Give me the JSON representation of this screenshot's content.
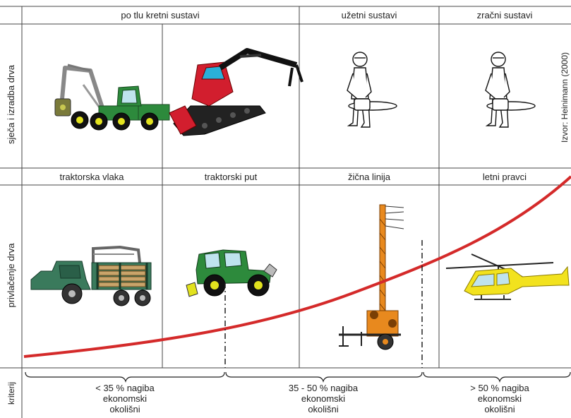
{
  "row_labels": {
    "felling": "sječa i izradba drva",
    "extraction": "privlačenje drva",
    "criteria": "kriterij"
  },
  "felling_headers": {
    "ground": "po tlu kretni sustavi",
    "cable": "užetni sustavi",
    "air": "zračni sustavi"
  },
  "extraction_headers": {
    "skid_trail": "traktorska vlaka",
    "skid_road": "traktorski put",
    "cable_line": "žična linija",
    "flight_path": "letni pravci"
  },
  "source": "Izvor: Heinimann (2000)",
  "criteria": {
    "low": {
      "slope": "< 35 % nagiba",
      "econ": "ekonomski",
      "env": "okolišni"
    },
    "mid": {
      "slope": "35 - 50 % nagiba",
      "econ": "ekonomski",
      "env": "okolišni"
    },
    "high": {
      "slope": "> 50 % nagiba",
      "econ": "ekonomski",
      "env": "okolišni"
    }
  },
  "colors": {
    "curve": "#d42a2a",
    "machine_green": "#2d8a3c",
    "forwarder_green": "#3a7a5c",
    "excavator_red": "#d21e2e",
    "tower_orange": "#e8891e",
    "helicopter_yellow": "#f2e21e"
  },
  "icons": {
    "harvester": "wheeled-harvester-icon",
    "excavator": "tracked-feller-icon",
    "chainsaw_worker": "chainsaw-worker-icon",
    "forwarder": "forwarder-icon",
    "skidder": "skidder-icon",
    "tower_yarder": "tower-yarder-icon",
    "helicopter": "helicopter-icon"
  }
}
